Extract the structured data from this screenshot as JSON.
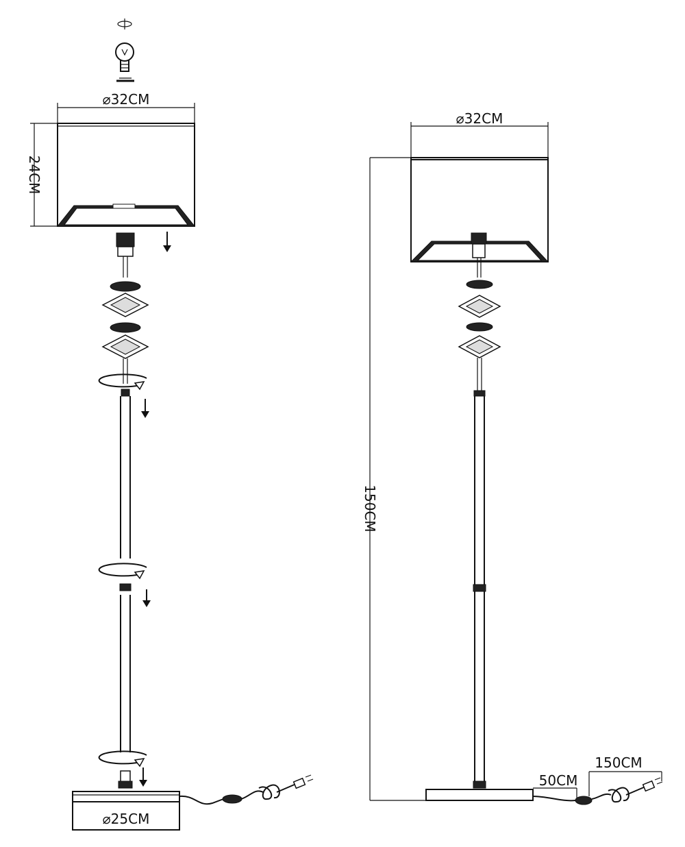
{
  "left_view": {
    "shade_diameter": "⌀32CM",
    "shade_height": "24CM",
    "base_diameter": "⌀25CM"
  },
  "right_view": {
    "shade_diameter": "⌀32CM",
    "total_height": "150CM",
    "cord_to_switch": "50CM",
    "switch_to_plug": "150CM"
  },
  "icons": [
    "rotate-icon",
    "bulb-icon",
    "arrow-down-icon",
    "twist-arrow-icon",
    "plug-icon",
    "switch-icon"
  ]
}
